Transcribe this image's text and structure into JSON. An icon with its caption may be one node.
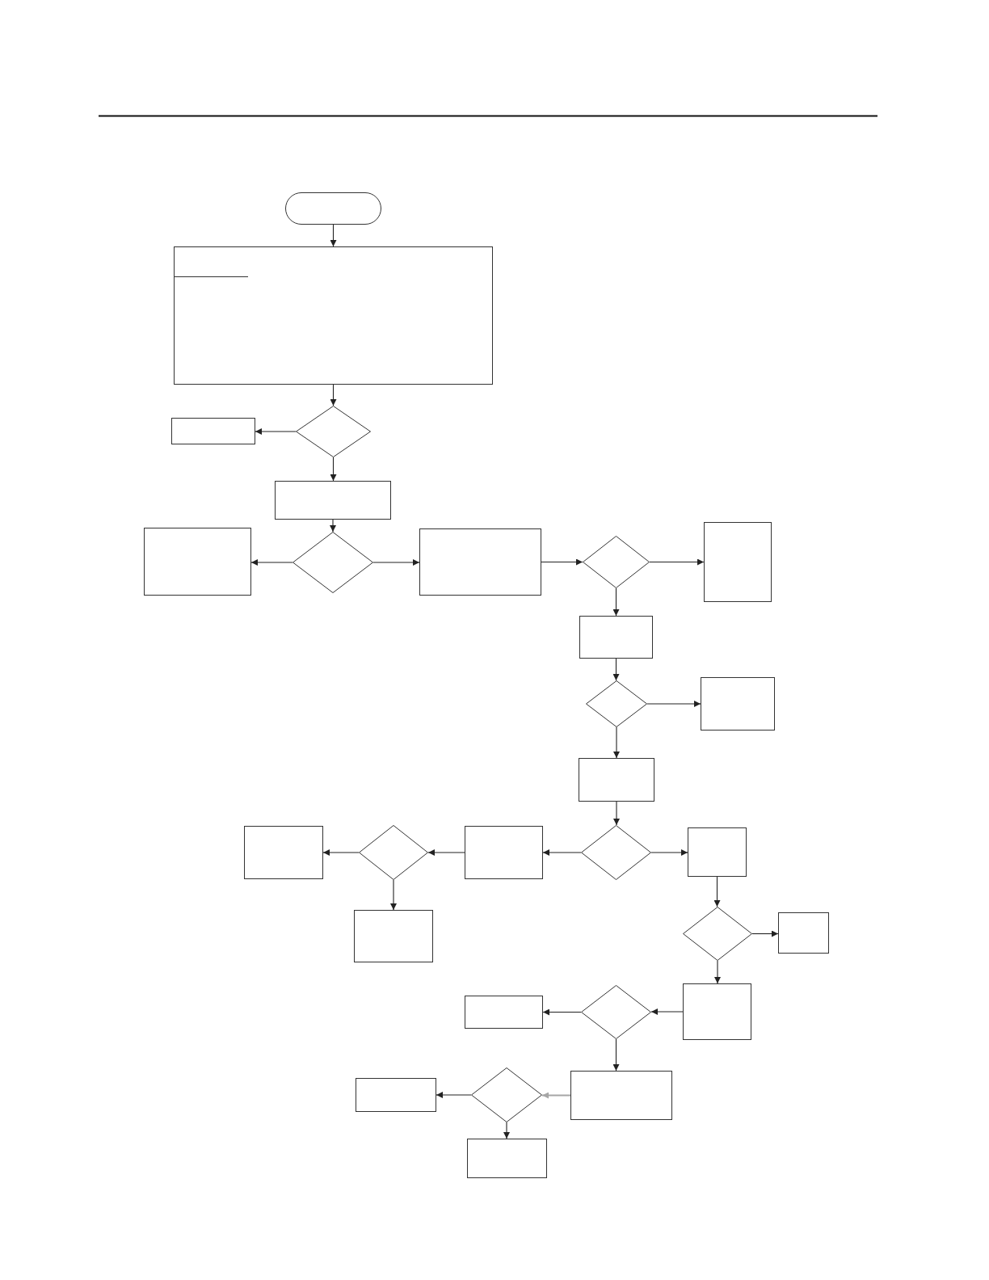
{
  "diagram": {
    "nodes": [
      {
        "text": [],
        "shape": "pill"
      },
      {
        "text": [],
        "shape": "box"
      },
      {
        "text": [],
        "shape": "box"
      },
      {
        "text": [],
        "shape": "diamond"
      },
      {
        "text": [],
        "shape": "box"
      },
      {
        "text": [],
        "shape": "box"
      },
      {
        "text": [],
        "shape": "diamond"
      },
      {
        "text": [],
        "shape": "box"
      },
      {
        "text": [],
        "shape": "diamond"
      },
      {
        "text": [],
        "shape": "box"
      },
      {
        "text": [],
        "shape": "box"
      },
      {
        "text": [],
        "shape": "diamond"
      },
      {
        "text": [],
        "shape": "box"
      },
      {
        "text": [],
        "shape": "box"
      },
      {
        "text": [],
        "shape": "box"
      },
      {
        "text": [],
        "shape": "diamond"
      },
      {
        "text": [],
        "shape": "box"
      },
      {
        "text": [],
        "shape": "diamond"
      },
      {
        "text": [],
        "shape": "box"
      },
      {
        "text": [],
        "shape": "box"
      },
      {
        "text": [],
        "shape": "diamond"
      },
      {
        "text": [],
        "shape": "box"
      },
      {
        "text": [],
        "shape": "box"
      },
      {
        "text": [],
        "shape": "diamond"
      },
      {
        "text": [],
        "shape": "box"
      },
      {
        "text": [],
        "shape": "box"
      },
      {
        "text": [],
        "shape": "diamond"
      },
      {
        "text": [],
        "shape": "box"
      },
      {
        "text": [],
        "shape": "box"
      }
    ],
    "edges": [
      {
        "from": 0,
        "to": 1,
        "arrow": "to"
      },
      {
        "from": 1,
        "to": 3,
        "arrow": "to"
      },
      {
        "from": 3,
        "to": 2,
        "arrow": "to"
      },
      {
        "from": 3,
        "to": 4,
        "arrow": "to"
      },
      {
        "from": 4,
        "to": 6,
        "arrow": "to"
      },
      {
        "from": 6,
        "to": 5,
        "arrow": "to"
      },
      {
        "from": 6,
        "to": 7,
        "arrow": "to"
      },
      {
        "from": 7,
        "to": 8,
        "arrow": "to"
      },
      {
        "from": 8,
        "to": 9,
        "arrow": "to"
      },
      {
        "from": 8,
        "to": 10,
        "arrow": "to"
      },
      {
        "from": 10,
        "to": 11,
        "arrow": "to"
      },
      {
        "from": 11,
        "to": 12,
        "arrow": "to"
      },
      {
        "from": 11,
        "to": 13,
        "arrow": "to"
      },
      {
        "from": 13,
        "to": 17,
        "arrow": "to"
      },
      {
        "from": 17,
        "to": 16,
        "arrow": "to"
      },
      {
        "from": 17,
        "to": 18,
        "arrow": "to"
      },
      {
        "from": 16,
        "to": 15,
        "arrow": "to"
      },
      {
        "from": 15,
        "to": 14,
        "arrow": "to"
      },
      {
        "from": 15,
        "to": 19,
        "arrow": "to"
      },
      {
        "from": 18,
        "to": 20,
        "arrow": "to"
      },
      {
        "from": 20,
        "to": 21,
        "arrow": "to"
      },
      {
        "from": 20,
        "to": 24,
        "arrow": "to"
      },
      {
        "from": 24,
        "to": 23,
        "arrow": "to"
      },
      {
        "from": 23,
        "to": 22,
        "arrow": "to"
      },
      {
        "from": 23,
        "to": 27,
        "arrow": "to"
      },
      {
        "from": 27,
        "to": 26,
        "arrow": "to",
        "color": "#a6a6a6"
      },
      {
        "from": 26,
        "to": 25,
        "arrow": "to"
      },
      {
        "from": 26,
        "to": 28,
        "arrow": "to"
      }
    ]
  }
}
